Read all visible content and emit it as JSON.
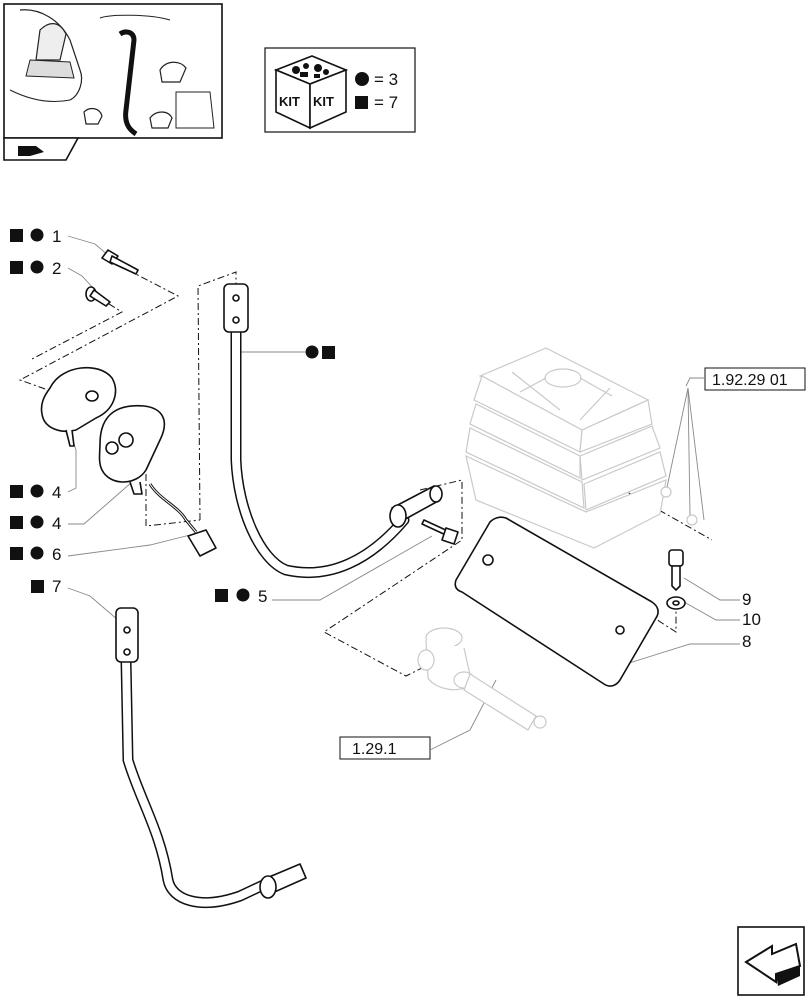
{
  "kit_legend": {
    "kit_label_1": "KIT",
    "kit_label_2": "KIT",
    "circle_equals": "= 3",
    "square_equals": "= 7"
  },
  "callouts": {
    "c1": "1",
    "c2": "2",
    "c4a": "4",
    "c4b": "4",
    "c6": "6",
    "c7": "7",
    "c5": "5",
    "c8": "8",
    "c9": "9",
    "c10": "10"
  },
  "references": {
    "ref_boot": "1.92.29 01",
    "ref_lever": "1.29.1"
  }
}
